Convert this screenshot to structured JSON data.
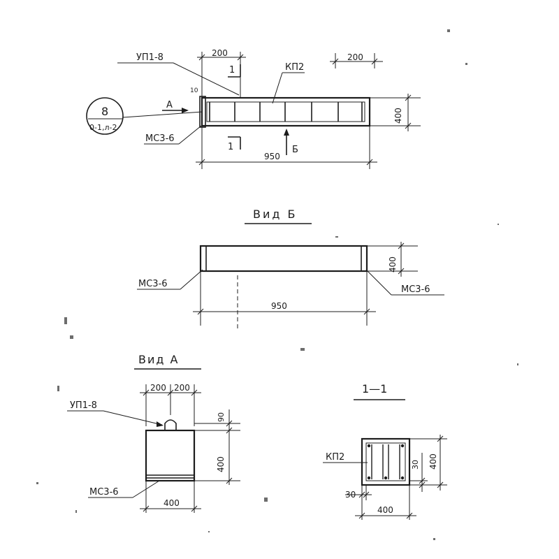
{
  "top_view": {
    "label_up": "УП1-8",
    "label_kp": "КП2",
    "label_mc": "МС3-6",
    "dim_200_left": "200",
    "dim_200_right": "200",
    "dim_950": "950",
    "dim_400": "400",
    "dim_10": "10",
    "section_mark_top": "1",
    "section_mark_bottom": "1",
    "arrow_a": "А",
    "arrow_b": "Б",
    "circle_number": "8",
    "circle_sheet": "0-1,л-2"
  },
  "view_b": {
    "title": "Вид Б",
    "label_mc_left": "МС3-6",
    "label_mc_right": "МС3-6",
    "dim_950": "950",
    "dim_400": "400"
  },
  "view_a": {
    "title": "Вид А",
    "label_up": "УП1-8",
    "label_mc": "МС3-6",
    "dim_200_left": "200",
    "dim_200_right": "200",
    "dim_90": "90",
    "dim_400_h": "400",
    "dim_400_w": "400"
  },
  "section_1_1": {
    "title": "1—1",
    "label_kp": "КП2",
    "dim_30_right": "30",
    "dim_400_h": "400",
    "dim_30_bottom": "30",
    "dim_400_w": "400"
  }
}
